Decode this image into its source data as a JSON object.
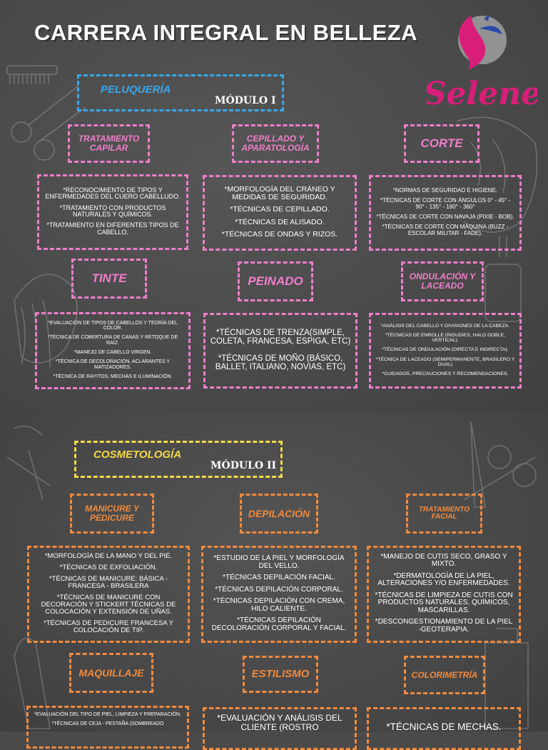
{
  "title": "CARRERA INTEGRAL EN BELLEZA",
  "logo": {
    "text": "Selene",
    "colors": {
      "magenta": "#d91e7a",
      "blue": "#2a4aa8",
      "gray": "#9a9a9a"
    }
  },
  "colors": {
    "pink": "#ef7fc9",
    "blue": "#3aa7ea",
    "yellow": "#f1da48",
    "orange": "#f08a3e"
  },
  "modules": [
    {
      "name": "PELUQUERÍA",
      "label": "MÓDULO I",
      "topics": [
        {
          "heading": "TRATAMIENTO CAPILAR",
          "items": [
            "*RECONOCIMIENTO DE TIPOS Y ENFERMEDADES DEL CUERO CABELLUDO.",
            "*TRATAMIENTO CON PRODUCTOS NATURALES Y QUÍMICOS.",
            "*TRATAMIENTO EN DIFERENTES TIPOS DE CABELLO."
          ]
        },
        {
          "heading": "CEPILLADO Y APARATOLOGÍA",
          "items": [
            "*MORFOLOGÍA DEL CRÁNEO Y MEDIDAS DE SEGURIDAD.",
            "*TÉCNICAS DE CEPILLADO.",
            "*TÉCNICAS DE ALISADO.",
            "*TÉCNICAS DE ONDAS Y RIZOS."
          ]
        },
        {
          "heading": "CORTE",
          "items": [
            "*NORMAS DE SEGURIDAD E HIGIENE.",
            "*TÉCNICAS DE CORTE CON ÁNGULOS 0° - 45° - 90° - 135° - 180° - 360°",
            "*TÉCNICAS DE CORTE CON NAVAJA (PIXIE - BOB).",
            "*TÉCNICAS DE CORTE CON MÁQUINA (BUZZ - ESCOLAR MILITAR - FADE)."
          ]
        },
        {
          "heading": "TINTE",
          "items": [
            "*EVALUACIÓN DE TIPOS DE CABELLOS Y TEORÍA DEL COLOR.",
            "*TÉCNICA DE COBERTURA DE CANAS Y RETOQUE DE RAÍZ.",
            "*MANEJO DE CABELLO VIRGEN.",
            "*TÉCNICA DE DECOLORACIÓN, ACLARANTES Y MATIZADORES.",
            "*TÉCNICA DE RAYITOS, MECHAS E ILUMINACIÓN."
          ]
        },
        {
          "heading": "PEINADO",
          "items": [
            "*TÉCNICAS DE TRENZA(SIMPLE, COLETA, FRANCESA, ESPIGA, ETC)",
            "*TÉCNICAS DE MOÑO (BÁSICO, BALLET, ITALIANO, NOVIAS, ETC)"
          ]
        },
        {
          "heading": "ONDULACIÓN Y LACEADO",
          "items": [
            "*ANÁLISIS DEL CABELLO Y DIVISIONES DE LA CABEZA.",
            "*TÉCNICAS DE ENROLLE (RIGUDIES, HALO DOBLE, VERTICAL).",
            "*TÉCNICAS DE ONDULACIÓN (DIRECTA E INDIRECTA).",
            "*TÉCNICA DE LACEADO (SEMIPERMANENTE, BRASILERO Y DUAL)",
            "*CUIDADOS, PRECAUCIONES Y RECOMENDACIONES."
          ]
        }
      ]
    },
    {
      "name": "COSMETOLOGÍA",
      "label": "MÓDULO II",
      "topics": [
        {
          "heading": "MANICURE Y PEDICURE",
          "items": [
            "*MORFOLOGÍA DE LA MANO Y DEL PIE.",
            "*TÉCNICAS DE EXFOLIACIÓN.",
            "*TÉCNICAS DE MANICURE: BÁSICA - FRANCESA - BRASILERA",
            "*TÉCNICAS DE MANICURE CON DECORACIÓN Y STICKERT TÉCNICAS DE COLOCACIÓN Y EXTENSIÓN DE UÑAS.",
            "*TÉCNICAS DE PEDICURE FRANCESA Y COLOCACIÓN DE TIP."
          ]
        },
        {
          "heading": "DEPILACIÓN",
          "items": [
            "*ESTUDIO DE LA PIEL Y MORFOLOGÍA DEL VELLO.",
            "*TÉCNICAS DEPILACIÓN FACIAL.",
            "*TÉCNICAS DEPILACIÓN CORPORAL.",
            "*TÉCNICAS DEPILACIÓN CON CREMA, HILO CALIENTE.",
            "*TÉCNICAS DEPILACIÓN DECOLORACIÓN CORPORAL Y FACIAL."
          ]
        },
        {
          "heading": "TRATAMIENTO FACIAL",
          "items": [
            "*MANEJO DE CUTIS SECO, GRASO Y MIXTO.",
            "*DERMATOLOGÍA DE LA PIEL, ALTERACIONES Y/O ENFERMEDADES.",
            "*TÉCNICAS DE LIMPIEZA DE CUTIS CON PRODUCTOS NATURALES, QUÍMICOS, MASCARILLAS.",
            "*DESCONGESTIONAMIENTO DE LA PIEL -GEOTERAPIA."
          ]
        },
        {
          "heading": "MAQUILLAJE",
          "items": [
            "*EVALUACIÓN DEL TIPO DE PIEL, LIMPIEZA Y PREPARACIÓN.",
            "*TÉCNICAS DE CEJA - PESTAÑA (SOMBREADO"
          ]
        },
        {
          "heading": "ESTILISMO",
          "items": [
            "*EVALUACIÓN Y ANÁLISIS DEL CLIENTE (ROSTRO"
          ]
        },
        {
          "heading": "COLORIMETRÍA",
          "items": [
            "*TÉCNICAS DE MECHAS."
          ]
        }
      ]
    }
  ]
}
